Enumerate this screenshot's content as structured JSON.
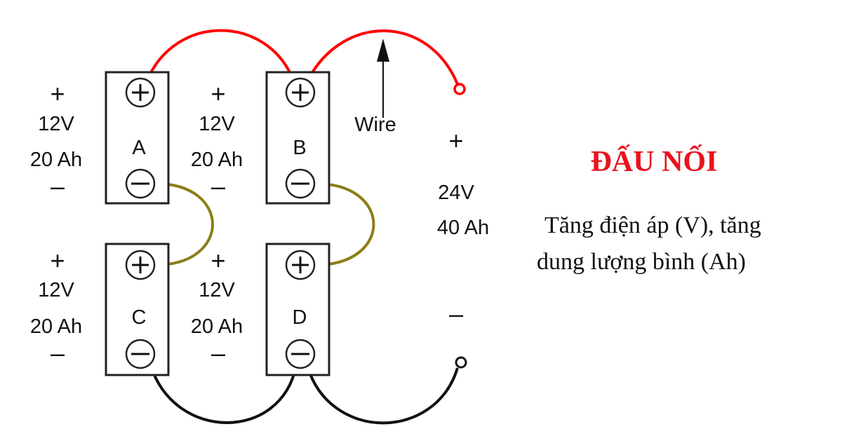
{
  "batteries": [
    {
      "id": "A",
      "voltage": "12V",
      "capacity": "20 Ah",
      "plus": "+",
      "minus": "–"
    },
    {
      "id": "B",
      "voltage": "12V",
      "capacity": "20 Ah",
      "plus": "+",
      "minus": "–"
    },
    {
      "id": "C",
      "voltage": "12V",
      "capacity": "20 Ah",
      "plus": "+",
      "minus": "–"
    },
    {
      "id": "D",
      "voltage": "12V",
      "capacity": "20 Ah",
      "plus": "+",
      "minus": "–"
    }
  ],
  "output": {
    "plus": "+",
    "voltage": "24V",
    "capacity": "40 Ah",
    "minus": "–"
  },
  "wire_label": "Wire",
  "title": "ĐẤU NỐI",
  "subtitle": [
    "Tăng điện áp (V), tăng",
    "dung lượng bình (Ah)"
  ],
  "colors": {
    "positive_wire": "#ff0000",
    "series_wire": "#8c7d18",
    "negative_wire": "#111111",
    "title": "#e8141e"
  }
}
